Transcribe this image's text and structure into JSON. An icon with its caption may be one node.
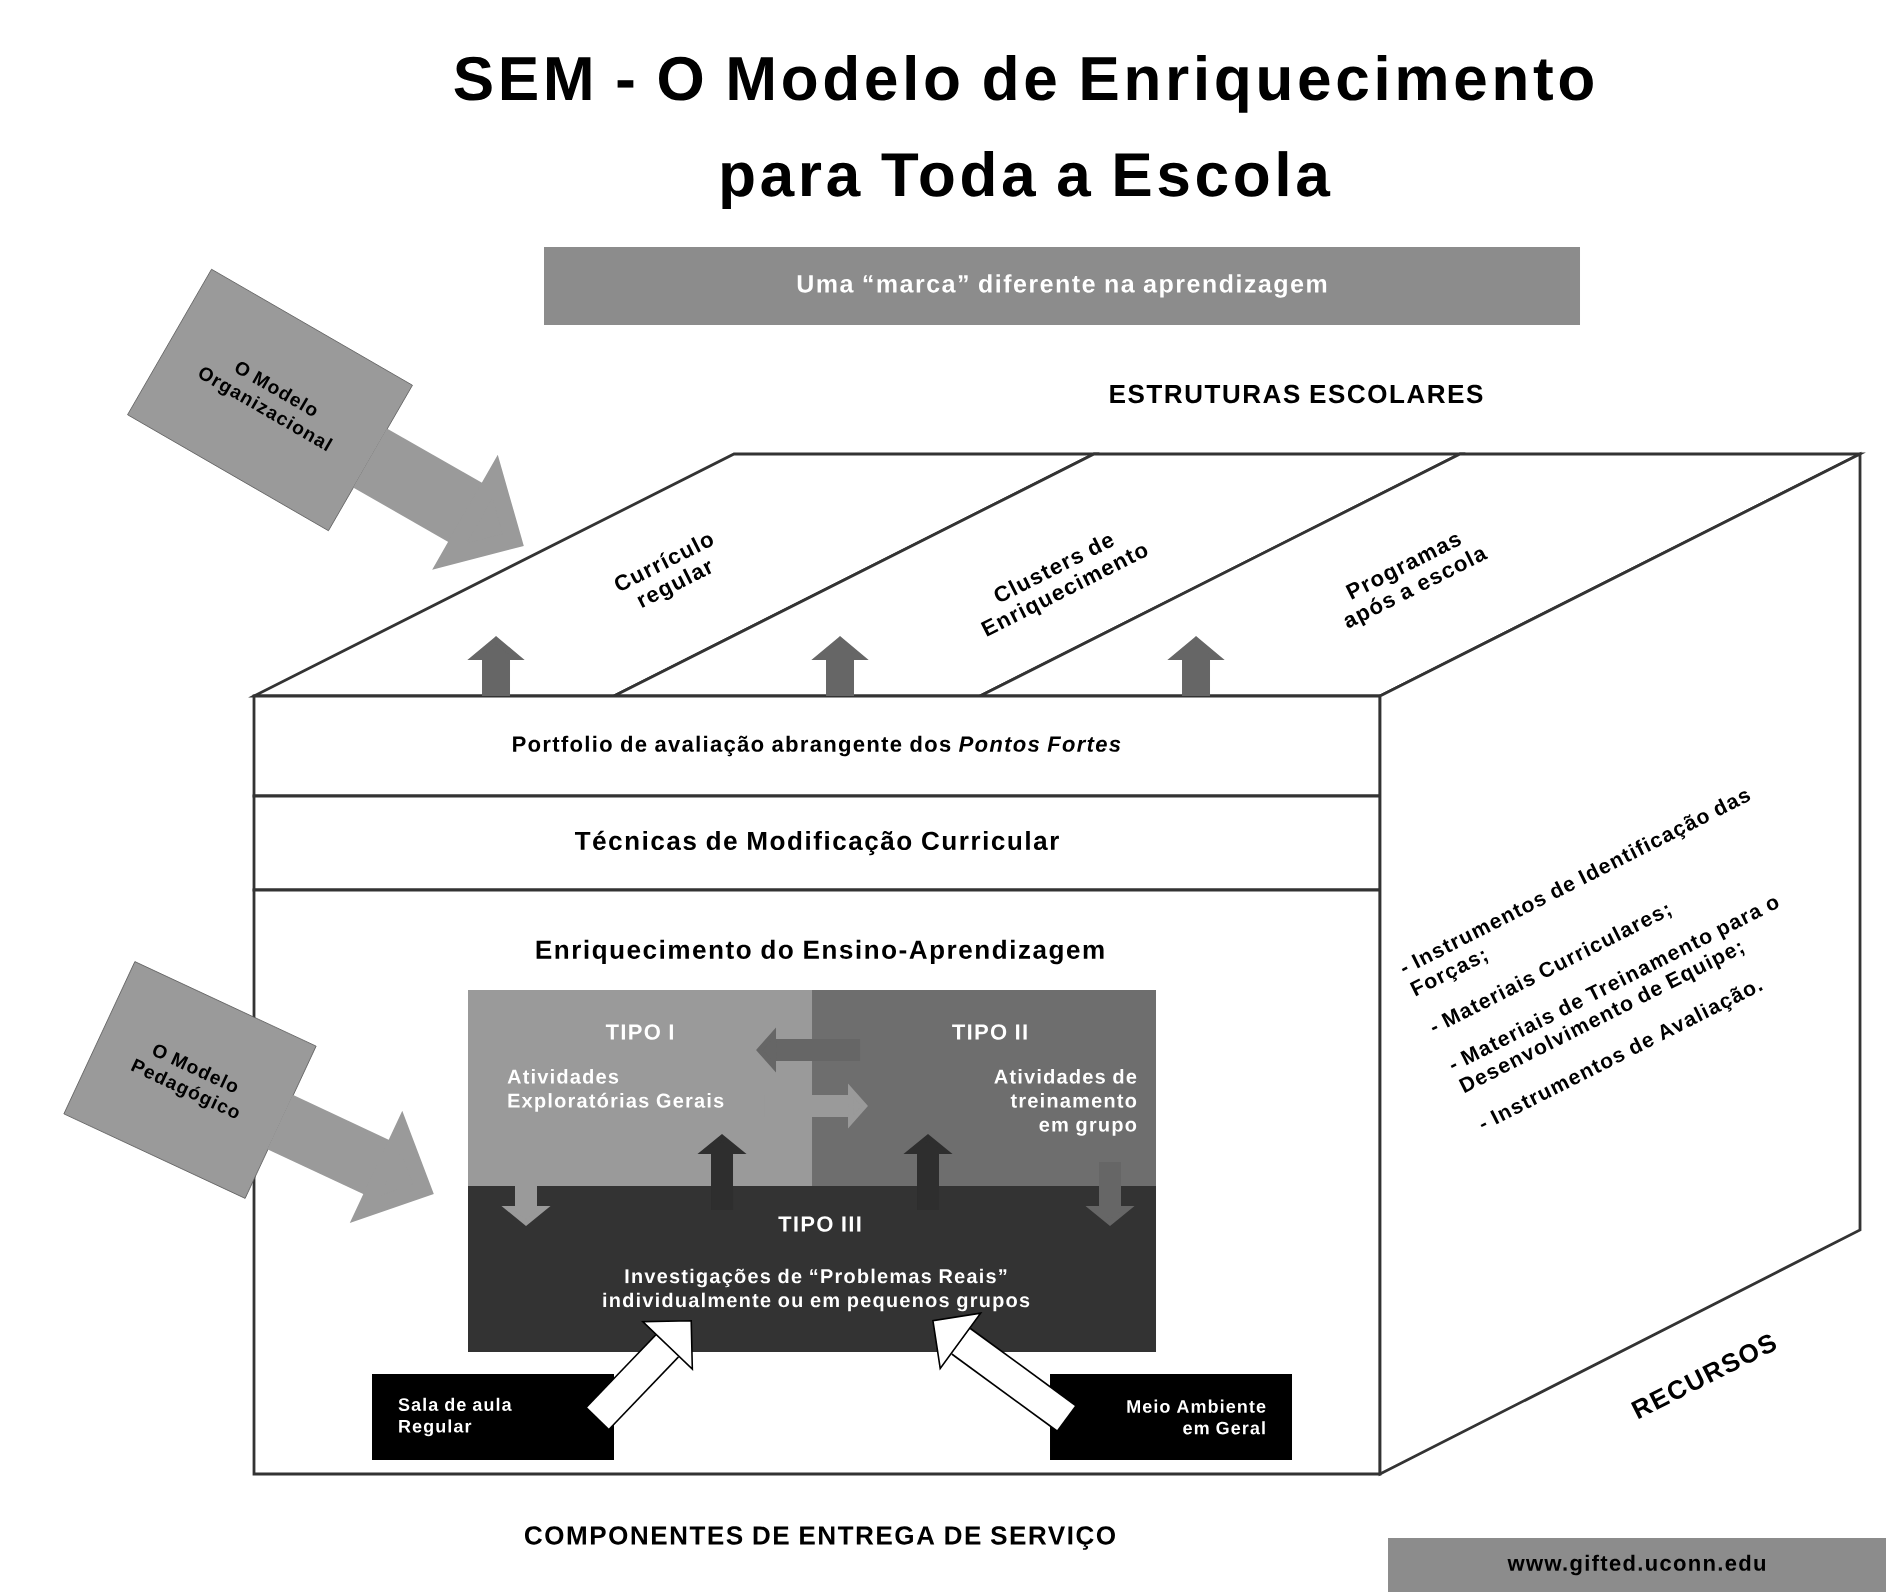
{
  "diagram": {
    "title": "SEM - O Modelo de Enriquecimento para Toda a Escola",
    "nodes": [
      {
        "text": [
          "Uma “marca” diferente na aprendizagem"
        ]
      },
      {
        "text": [
          "O Modelo Organizacional"
        ]
      },
      {
        "text": [
          "Currículo regular"
        ]
      },
      {
        "text": [
          "Clusters de Enriquecimento"
        ]
      },
      {
        "text": [
          "Programas após a escola"
        ]
      },
      {
        "text": [
          "Portfolio de avaliação abrangente dos *Pontos Fortes*"
        ]
      },
      {
        "text": [
          "Técnicas de Modificação Curricular"
        ]
      },
      {
        "text": [
          "Enriquecimento do Ensino-Aprendizagem"
        ]
      },
      {
        "text": [
          "TIPO I",
          "Atividades Exploratórias Gerais"
        ],
        "in": 7
      },
      {
        "text": [
          "TIPO II",
          "Atividades de treinamento em grupo"
        ],
        "in": 7
      },
      {
        "text": [
          "TIPO III",
          "Investigações de “Problemas Reais” individualmente ou em pequenos grupos"
        ],
        "in": 7
      },
      {
        "text": [
          "Sala de aula Regular"
        ],
        "in": 7
      },
      {
        "text": [
          "Meio Ambiente em Geral"
        ],
        "in": 7
      },
      {
        "text": [
          "O Modelo Pedagógico"
        ]
      },
      {
        "text": [
          "- Instrumentos de Identificação das Forças;",
          "- Materiais Curriculares;",
          "- Materiais de Treinamento para o Desenvolvimento de Equipe;",
          "- Instrumentos de Avaliação."
        ]
      }
    ],
    "edges": [
      {
        "from": 5,
        "to": 2,
        "arrow": "to"
      },
      {
        "from": 5,
        "to": 3,
        "arrow": "to"
      },
      {
        "from": 5,
        "to": 4,
        "arrow": "to"
      },
      {
        "from": 9,
        "to": 8,
        "arrow": "to"
      },
      {
        "from": 8,
        "to": 9,
        "arrow": "to",
        "color": "#9a9a9a"
      },
      {
        "from": 8,
        "to": 10,
        "arrow": "to",
        "color": "#9a9a9a"
      },
      {
        "from": 9,
        "to": 10,
        "arrow": "to"
      },
      {
        "from": 10,
        "to": 8,
        "arrow": "to",
        "color": "#2e2e2e"
      },
      {
        "from": 10,
        "to": 9,
        "arrow": "to",
        "color": "#2e2e2e"
      },
      {
        "from": 11,
        "to": 10,
        "arrow": "to",
        "color": "#ffffff"
      },
      {
        "from": 12,
        "to": 10,
        "arrow": "to",
        "color": "#ffffff"
      },
      {
        "from": 1,
        "to": 2,
        "arrow": "to",
        "style": "thick",
        "color": "#9a9a9a"
      },
      {
        "from": 13,
        "to": 8,
        "arrow": "to",
        "style": "thick",
        "color": "#9a9a9a"
      }
    ],
    "labels": [
      "ESTRUTURAS ESCOLARES",
      "RECURSOS",
      "COMPONENTES DE ENTREGA DE SERVIÇO",
      "www.gifted.uconn.edu"
    ]
  }
}
